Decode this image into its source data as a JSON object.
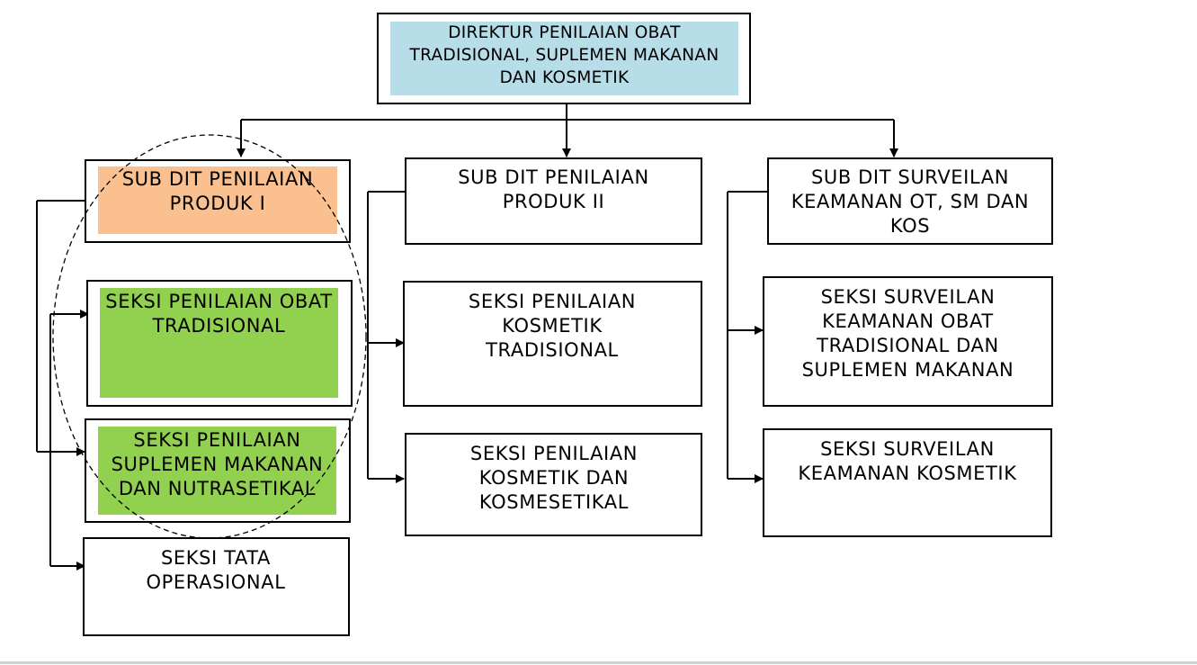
{
  "colors": {
    "director_fill": "#b7dde8",
    "subdit1_fill": "#fac090",
    "highlight_fill": "#92d050",
    "border": "#000000"
  },
  "director": {
    "label": "DIREKTUR PENILAIAN OBAT TRADISIONAL, SUPLEMEN MAKANAN DAN KOSMETIK"
  },
  "columns": [
    {
      "subdit": "SUB DIT PENILAIAN PRODUK I",
      "sections": [
        "SEKSI PENILAIAN OBAT TRADISIONAL",
        "SEKSI PENILAIAN SUPLEMEN MAKANAN DAN NUTRASETIKAL",
        "SEKSI TATA OPERASIONAL"
      ]
    },
    {
      "subdit": "SUB DIT PENILAIAN PRODUK II",
      "sections": [
        "SEKSI PENILAIAN KOSMETIK TRADISIONAL",
        "SEKSI PENILAIAN KOSMETIK DAN KOSMESETIKAL"
      ]
    },
    {
      "subdit": "SUB DIT SURVEILAN KEAMANAN OT, SM DAN KOS",
      "sections": [
        "SEKSI SURVEILAN KEAMANAN OBAT TRADISIONAL DAN SUPLEMEN MAKANAN",
        "SEKSI SURVEILAN KEAMANAN KOSMETIK"
      ]
    }
  ]
}
